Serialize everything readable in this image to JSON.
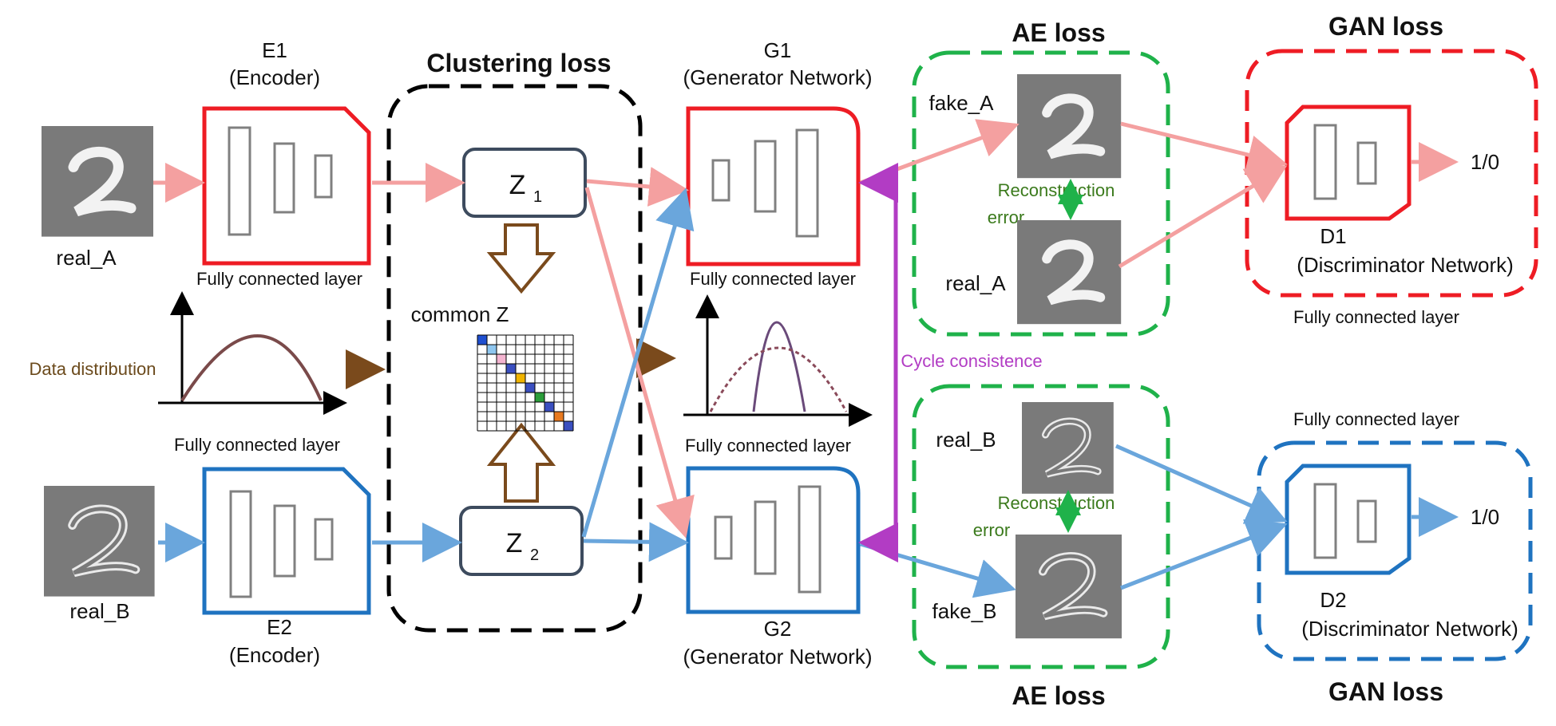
{
  "e1": {
    "name": "E1",
    "role": "(Encoder)",
    "caption": "Fully connected layer"
  },
  "e2": {
    "name": "E2",
    "role": "(Encoder)",
    "caption": "Fully connected layer"
  },
  "g1": {
    "name": "G1",
    "role": "(Generator Network)",
    "caption": "Fully connected layer"
  },
  "g2": {
    "name": "G2",
    "role": "(Generator Network)",
    "caption": "Fully connected layer"
  },
  "d1": {
    "name": "D1",
    "role": "(Discriminator Network)",
    "caption": "Fully connected layer",
    "output": "1/0"
  },
  "d2": {
    "name": "D2",
    "role": "(Discriminator Network)",
    "caption": "Fully connected layer",
    "output": "1/0"
  },
  "clustering": {
    "title": "Clustering loss",
    "z1": "Z",
    "z1_sub": "1",
    "z2": "Z",
    "z2_sub": "2",
    "common": "common Z"
  },
  "ae_top": {
    "title": "AE loss",
    "fake": "fake_A",
    "real": "real_A",
    "recon_line1": "Reconstruction",
    "recon_line2": "error"
  },
  "ae_bottom": {
    "title": "AE loss",
    "fake": "fake_B",
    "real": "real_B",
    "recon_line1": "Reconstruction",
    "recon_line2": "error"
  },
  "gan_top": {
    "title": "GAN loss"
  },
  "gan_bottom": {
    "title": "GAN loss"
  },
  "inputs": {
    "a": "real_A",
    "b": "real_B"
  },
  "data_distribution": "Data distribution",
  "cycle": "Cycle consistence",
  "colors": {
    "red": "#ee1c24",
    "blue": "#1f73c0",
    "green": "#1fb24a",
    "pink_arrow": "#f4a0a0",
    "blue_arrow": "#6aa6dc",
    "purple": "#b23cc4",
    "brown": "#7a4a1c",
    "z_border": "#3d4b5e"
  },
  "icons": [
    "digit-two-thumbnail",
    "layer-bar",
    "block-arrow",
    "matrix-grid"
  ]
}
